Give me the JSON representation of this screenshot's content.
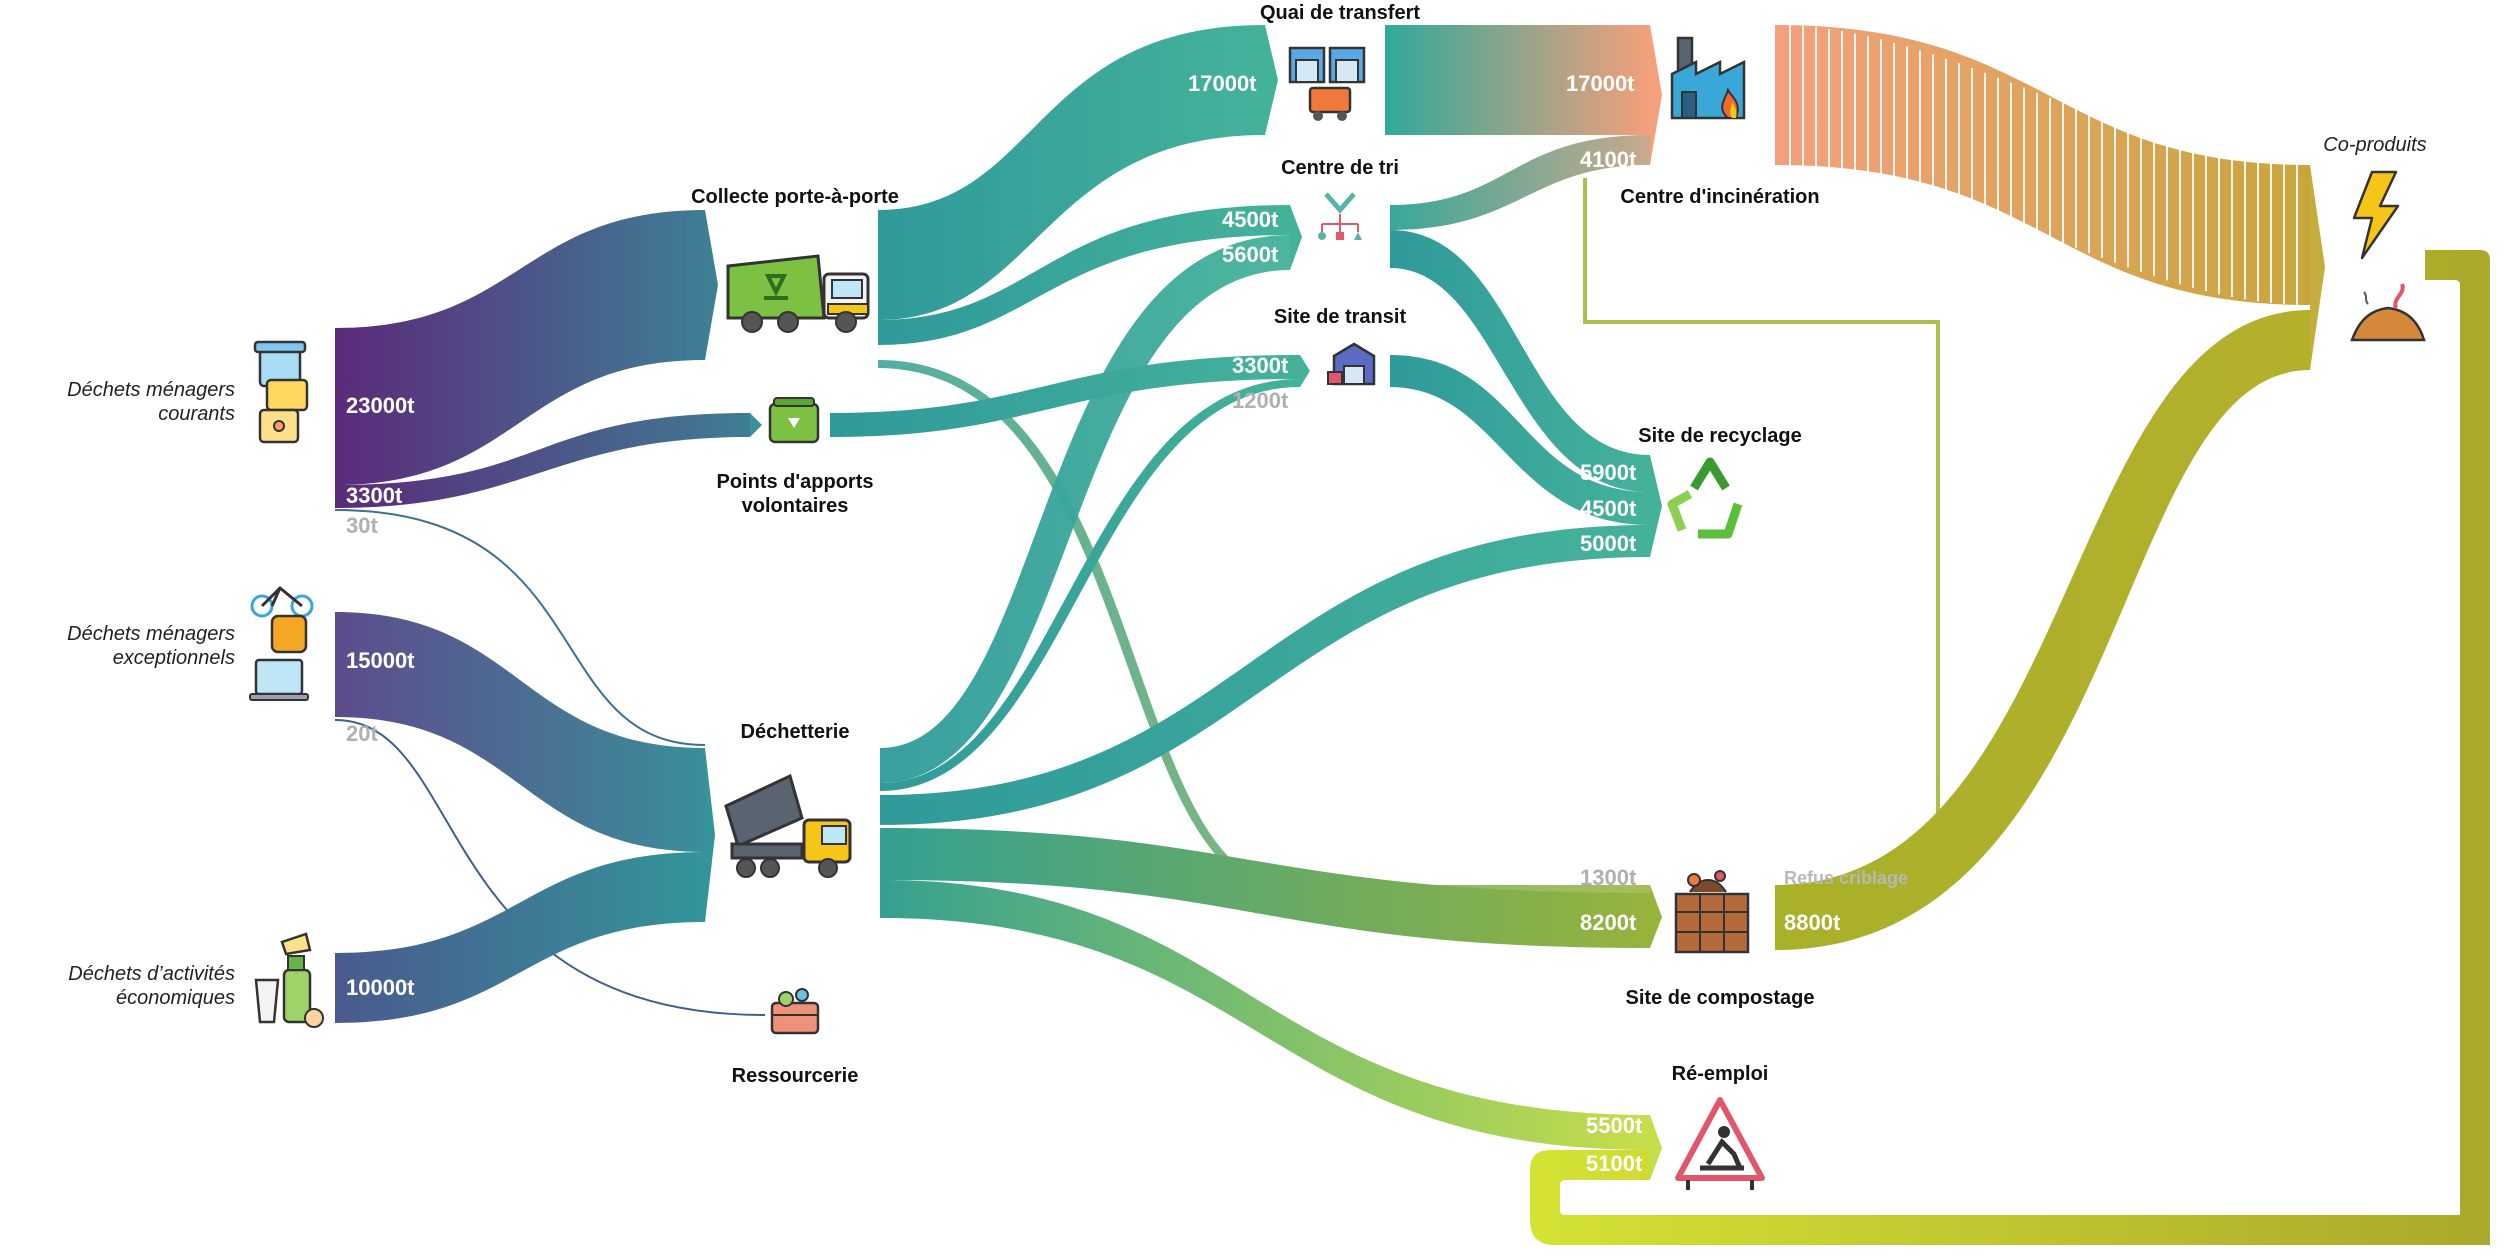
{
  "colors": {
    "purple": "#5b2a7a",
    "indigo": "#4a5a8e",
    "teal": "#2f9a9a",
    "green_teal": "#43b59a",
    "olive": "#a9b02a",
    "lime": "#d4e234",
    "salmon": "#f4a07c",
    "gold": "#c9a94a",
    "grey_label": "#b0b0b0"
  },
  "sources": {
    "menagers_courants": "Déchets ménagers courants",
    "menagers_exceptionnels": "Déchets ménagers exceptionnels",
    "activites_economiques": "Déchets d’activités économiques"
  },
  "nodes": {
    "collecte": "Collecte porte-à-porte",
    "pav": "Points d'apports volontaires",
    "dechetterie": "Déchetterie",
    "ressourcerie": "Ressourcerie",
    "quai": "Quai de transfert",
    "tri": "Centre de tri",
    "transit": "Site de transit",
    "incineration": "Centre d'incinération",
    "recyclage": "Site de recyclage",
    "compostage": "Site de compostage",
    "reemploi": "Ré-emploi",
    "coproduits": "Co-produits",
    "refus": "Refus criblage"
  },
  "values": {
    "courants_collecte": "23000t",
    "courants_pav": "3300t",
    "courants_ress": "30t",
    "except_dech": "15000t",
    "except_ress": "20t",
    "eco_dech": "10000t",
    "quai_in": "17000t",
    "tri_in_a": "4500t",
    "tri_in_b": "5600t",
    "transit_in_a": "3300t",
    "transit_in_b": "1200t",
    "incin_in_a": "17000t",
    "incin_in_b": "4100t",
    "recy_in_a": "5900t",
    "recy_in_b": "4500t",
    "recy_in_c": "5000t",
    "compost_in_a": "1300t",
    "compost_in_b": "8200t",
    "compost_out": "8800t",
    "reemploi_in_a": "5500t",
    "reemploi_in_b": "5100t"
  },
  "icons": {
    "courants": "household-waste-bins-icon",
    "exceptionnels": "bulky-items-icon",
    "economiques": "cleaning-supplies-icon",
    "collecte": "garbage-truck-icon",
    "pav": "green-container-icon",
    "dechetterie": "dump-truck-icon",
    "ressourcerie": "crate-icon",
    "quai": "warehouse-truck-icon",
    "tri": "sorting-icon",
    "transit": "transit-warehouse-icon",
    "incineration": "factory-fire-icon",
    "recyclage": "recycle-icon",
    "compostage": "compost-bin-icon",
    "reemploi": "roadworks-sign-icon",
    "coproduits_energy": "lightning-icon",
    "coproduits_compost": "compost-pile-icon"
  }
}
